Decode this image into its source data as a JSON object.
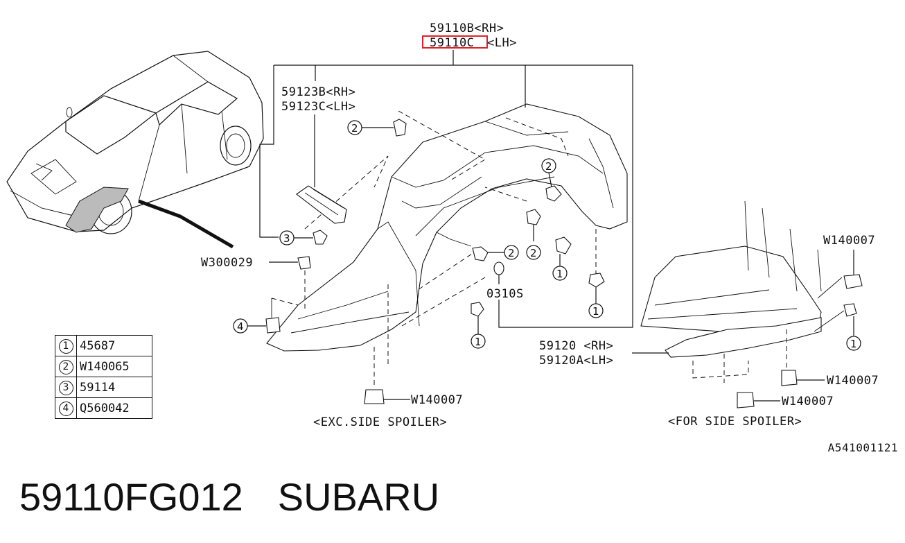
{
  "callouts": {
    "part_59110b": "59110B<RH>",
    "part_59110c_code": "59110C",
    "part_59110c_side": "<LH>",
    "part_59123b": "59123B<RH>",
    "part_59123c": "59123C<LH>",
    "part_w300029": "W300029",
    "part_0310s": "0310S",
    "part_w140007_left": "W140007",
    "part_w140007_top_right": "W140007",
    "part_w140007_mid_right": "W140007",
    "part_w140007_bottom_right": "W140007",
    "part_59120": "59120 <RH>",
    "part_59120a": "59120A<LH>"
  },
  "captions": {
    "exc_side_spoiler": "<EXC.SIDE SPOILER>",
    "for_side_spoiler": "<FOR SIDE SPOILER>"
  },
  "markers": {
    "one": "1",
    "two": "2",
    "three": "3",
    "four": "4"
  },
  "legend": {
    "rows": [
      {
        "num": "1",
        "code": "45687"
      },
      {
        "num": "2",
        "code": "W140065"
      },
      {
        "num": "3",
        "code": "59114"
      },
      {
        "num": "4",
        "code": "Q560042"
      }
    ]
  },
  "highlight_color": "#e0202a",
  "figure_id": "A541001121",
  "footer": {
    "part_number": "59110FG012",
    "brand": "SUBARU"
  }
}
